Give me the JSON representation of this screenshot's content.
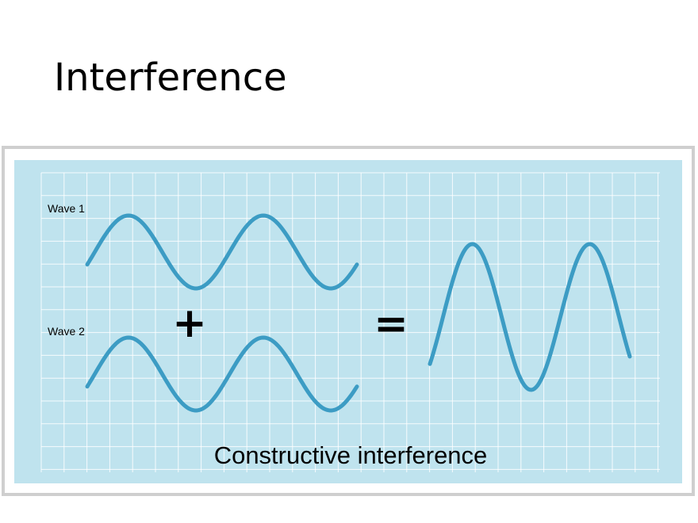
{
  "slide": {
    "title": "Interference"
  },
  "diagram": {
    "wave1_label": "Wave 1",
    "wave2_label": "Wave 2",
    "plus_symbol": "+",
    "equals_symbol": "=",
    "caption": "Constructive interference"
  },
  "colors": {
    "panel_background": "#bfe3ee",
    "grid_lines": "#ffffff",
    "wave_stroke": "#3c9cc4",
    "frame_border": "#cfcfcf",
    "text": "#000000"
  }
}
